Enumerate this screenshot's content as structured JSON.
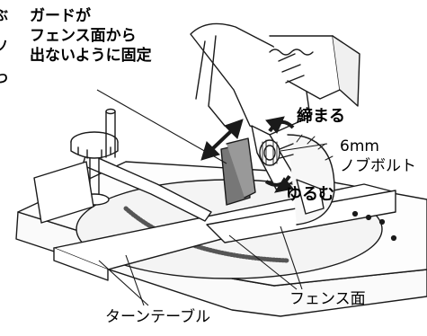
{
  "labels": {
    "guard_note": [
      "ガードが",
      "フェンス面から",
      "出ないように固定"
    ],
    "tighten": "締まる",
    "bolt": [
      "6mm",
      "ノブボルト"
    ],
    "loosen": "ゆるむ",
    "turntable": "ターンテーブル",
    "fence_face": "フェンス面"
  },
  "edge_marks": [
    "ぶ",
    "ソ",
    "つ"
  ],
  "colors": {
    "line": "#1a1a1a",
    "gray": "#8a8a8a",
    "fill_light": "#f4f4f4"
  }
}
